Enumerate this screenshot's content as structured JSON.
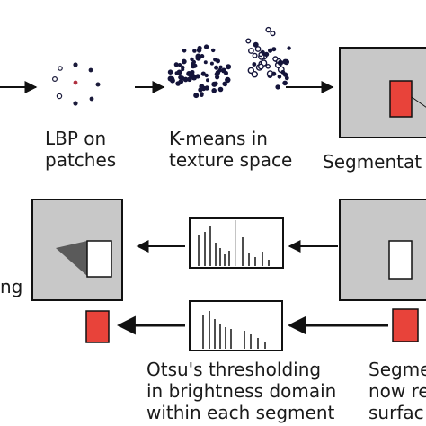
{
  "labels": {
    "lbp": [
      "LBP on",
      "patches"
    ],
    "kmeans": [
      "K-means in",
      "texture space"
    ],
    "segmentation": [
      "Segmentat"
    ],
    "left_cut": [
      "ng"
    ],
    "otsu": [
      "Otsu's thresholding",
      "in brightness domain",
      "within each segment"
    ],
    "segment_right": [
      "Segme",
      "now re",
      "surfac"
    ]
  },
  "colors": {
    "panel_fill": "#c8c8c8",
    "segment_red": "#e8433a",
    "shadow": "#5a5a5a",
    "ink": "#111111"
  }
}
